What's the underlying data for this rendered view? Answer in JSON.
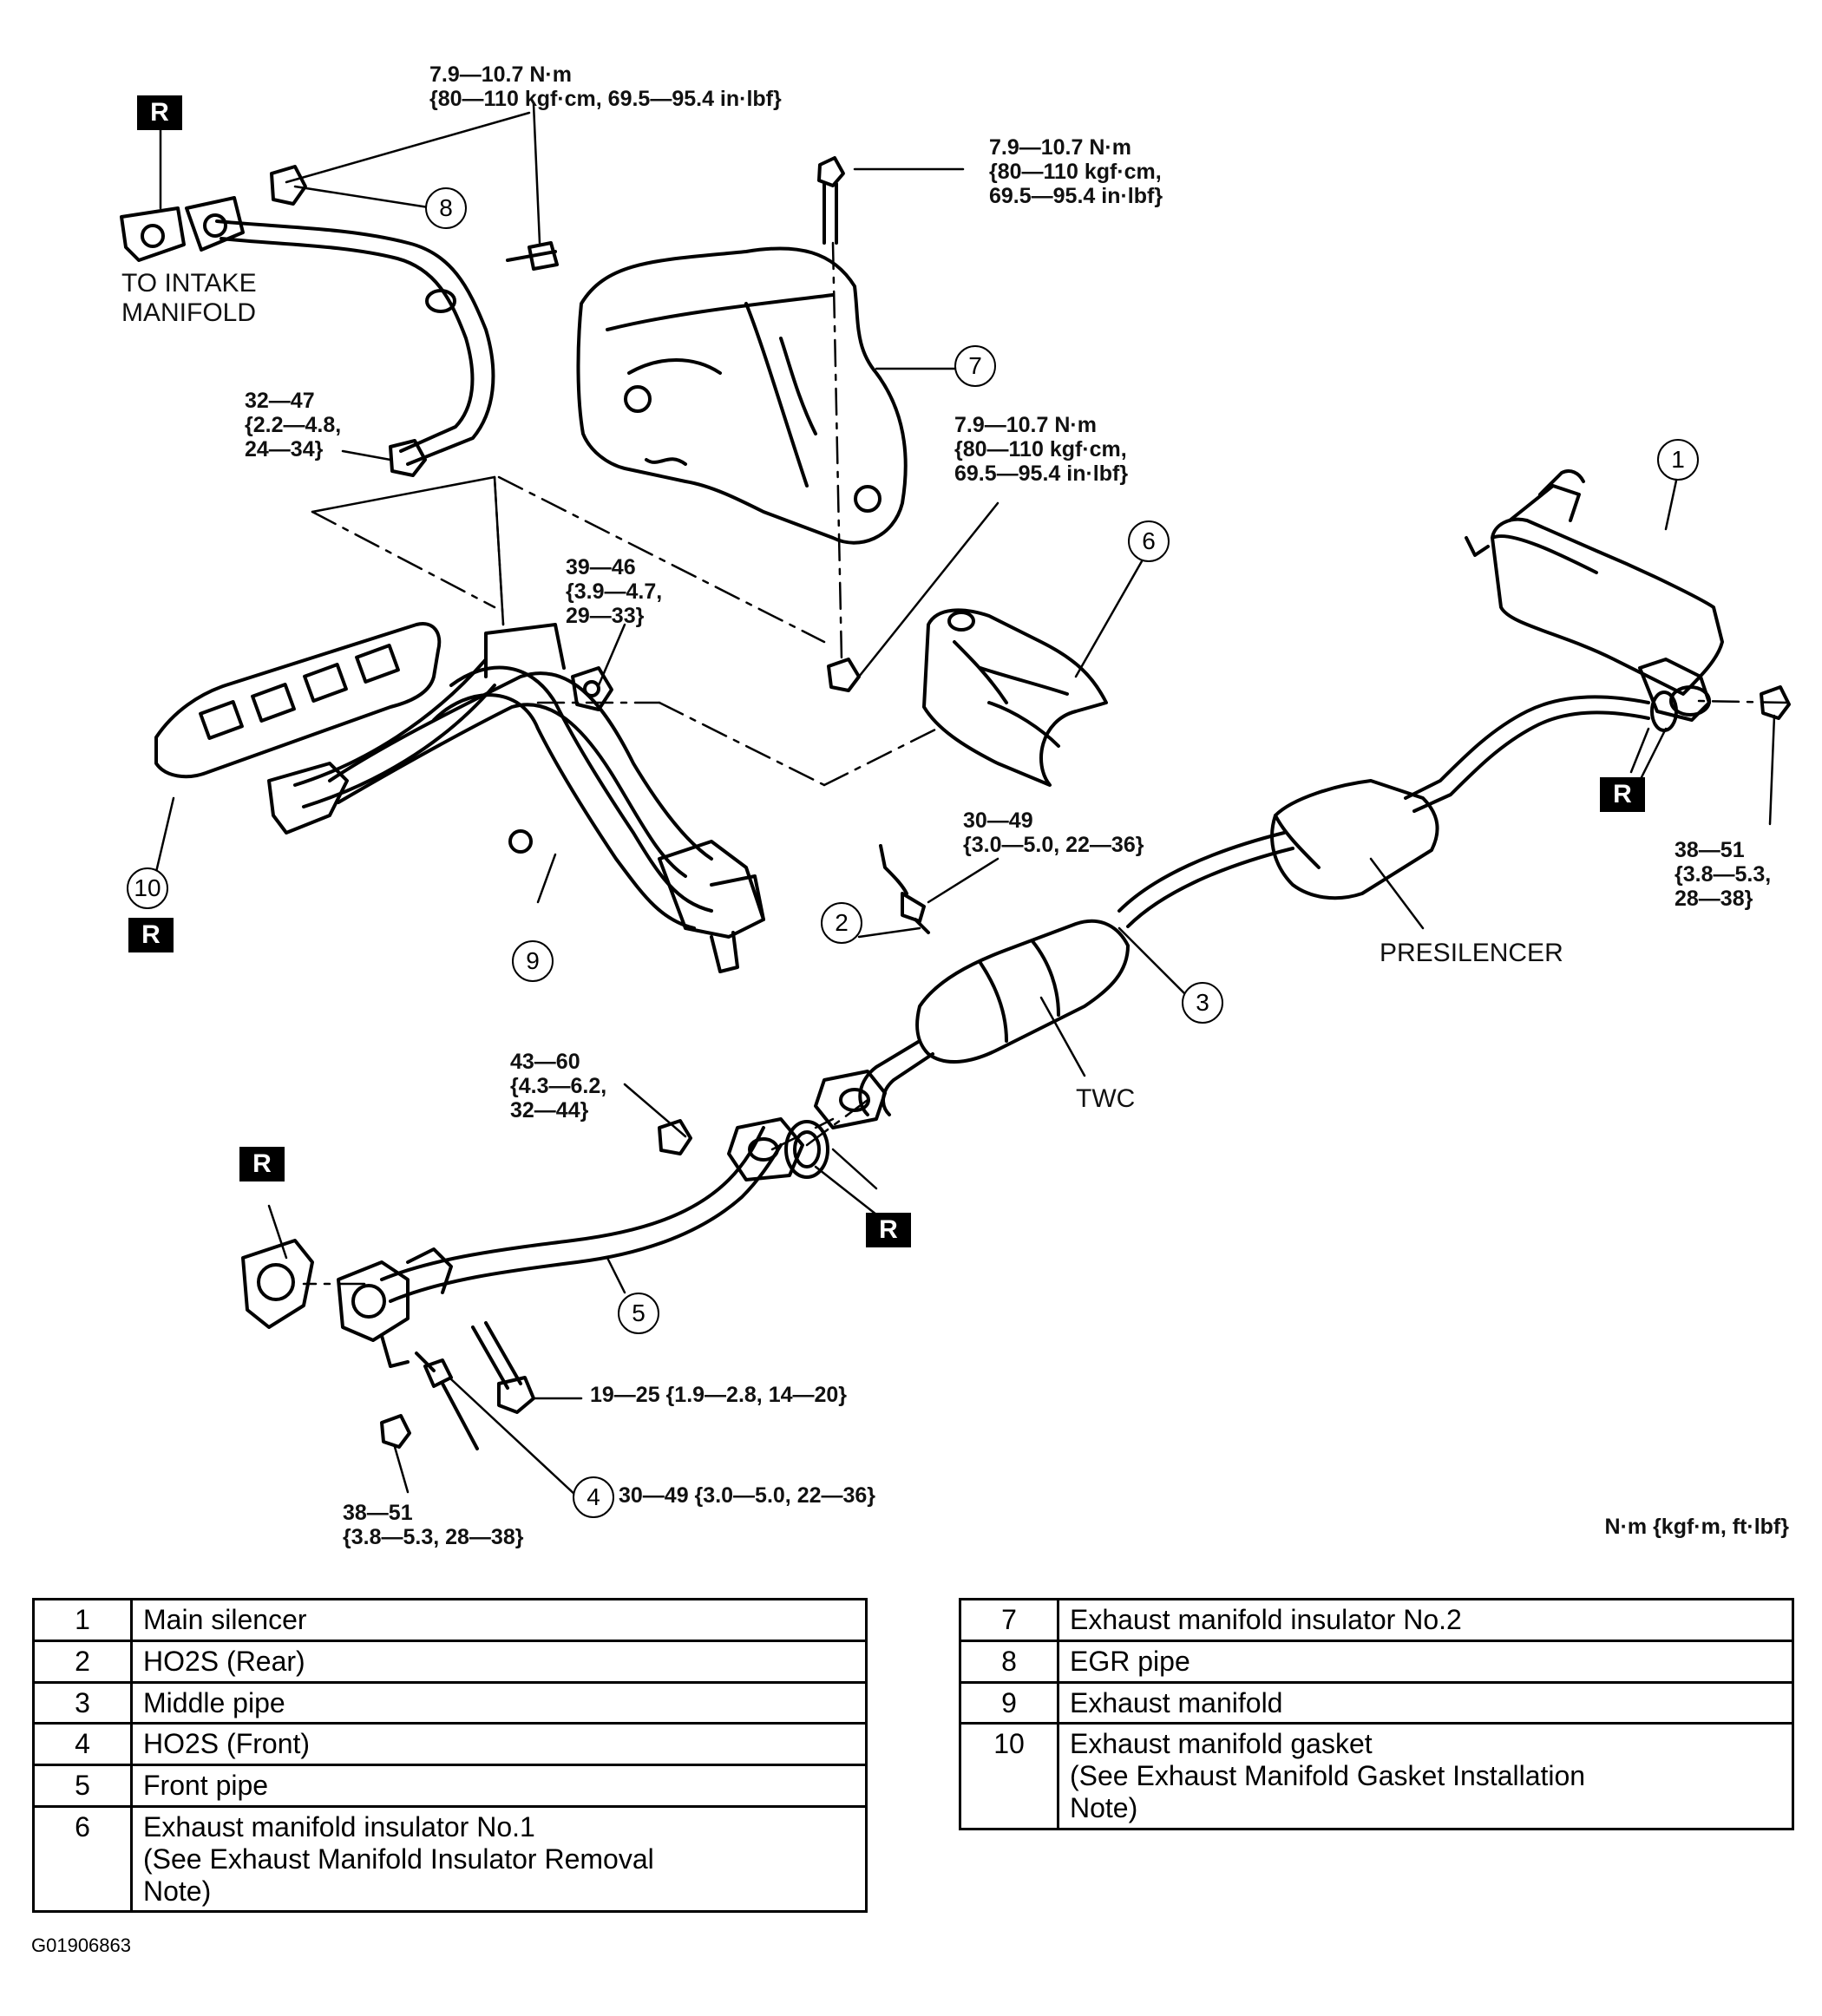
{
  "torque_labels": {
    "egr_upper": "7.9—10.7 N·m\n{80—110 kgf·cm, 69.5—95.4 in·lbf}",
    "insulator2_bolt": "7.9—10.7 N·m\n{80—110 kgf·cm,\n69.5—95.4 in·lbf}",
    "insulator1_bolt": "7.9—10.7 N·m\n{80—110 kgf·cm,\n69.5—95.4 in·lbf}",
    "egr_lower": "32—47\n{2.2—4.8,\n24—34}",
    "manifold_nut": "39—46\n{3.9—4.7,\n29—33}",
    "ho2s_rear": "30—49\n{3.0—5.0, 22—36}",
    "main_silencer_nut": "38—51\n{3.8—5.3,\n28—38}",
    "front_pipe_nut": "43—60\n{4.3—6.2,\n32—44}",
    "front_pipe_bolt": "19—25 {1.9—2.8, 14—20}",
    "ho2s_front": "30—49 {3.0—5.0, 22—36}",
    "lower_nut": "38—51\n{3.8—5.3, 28—38}"
  },
  "text_labels": {
    "intake": "TO INTAKE\nMANIFOLD",
    "presilencer": "PRESILENCER",
    "twc": "TWC",
    "units": "N·m {kgf·m, ft·lbf}"
  },
  "badge_text": "R",
  "callouts": [
    "1",
    "2",
    "3",
    "4",
    "5",
    "6",
    "7",
    "8",
    "9",
    "10"
  ],
  "legend_left": [
    {
      "n": "1",
      "desc": "Main silencer"
    },
    {
      "n": "2",
      "desc": "HO2S (Rear)"
    },
    {
      "n": "3",
      "desc": "Middle pipe"
    },
    {
      "n": "4",
      "desc": "HO2S (Front)"
    },
    {
      "n": "5",
      "desc": "Front pipe"
    },
    {
      "n": "6",
      "desc": "Exhaust manifold insulator No.1\n(See Exhaust Manifold Insulator Removal\nNote)"
    }
  ],
  "legend_right": [
    {
      "n": "7",
      "desc": "Exhaust manifold insulator No.2"
    },
    {
      "n": "8",
      "desc": "EGR pipe"
    },
    {
      "n": "9",
      "desc": "Exhaust manifold"
    },
    {
      "n": "10",
      "desc": "Exhaust manifold gasket\n(See Exhaust Manifold Gasket Installation\nNote)"
    }
  ],
  "figure_code": "G01906863"
}
